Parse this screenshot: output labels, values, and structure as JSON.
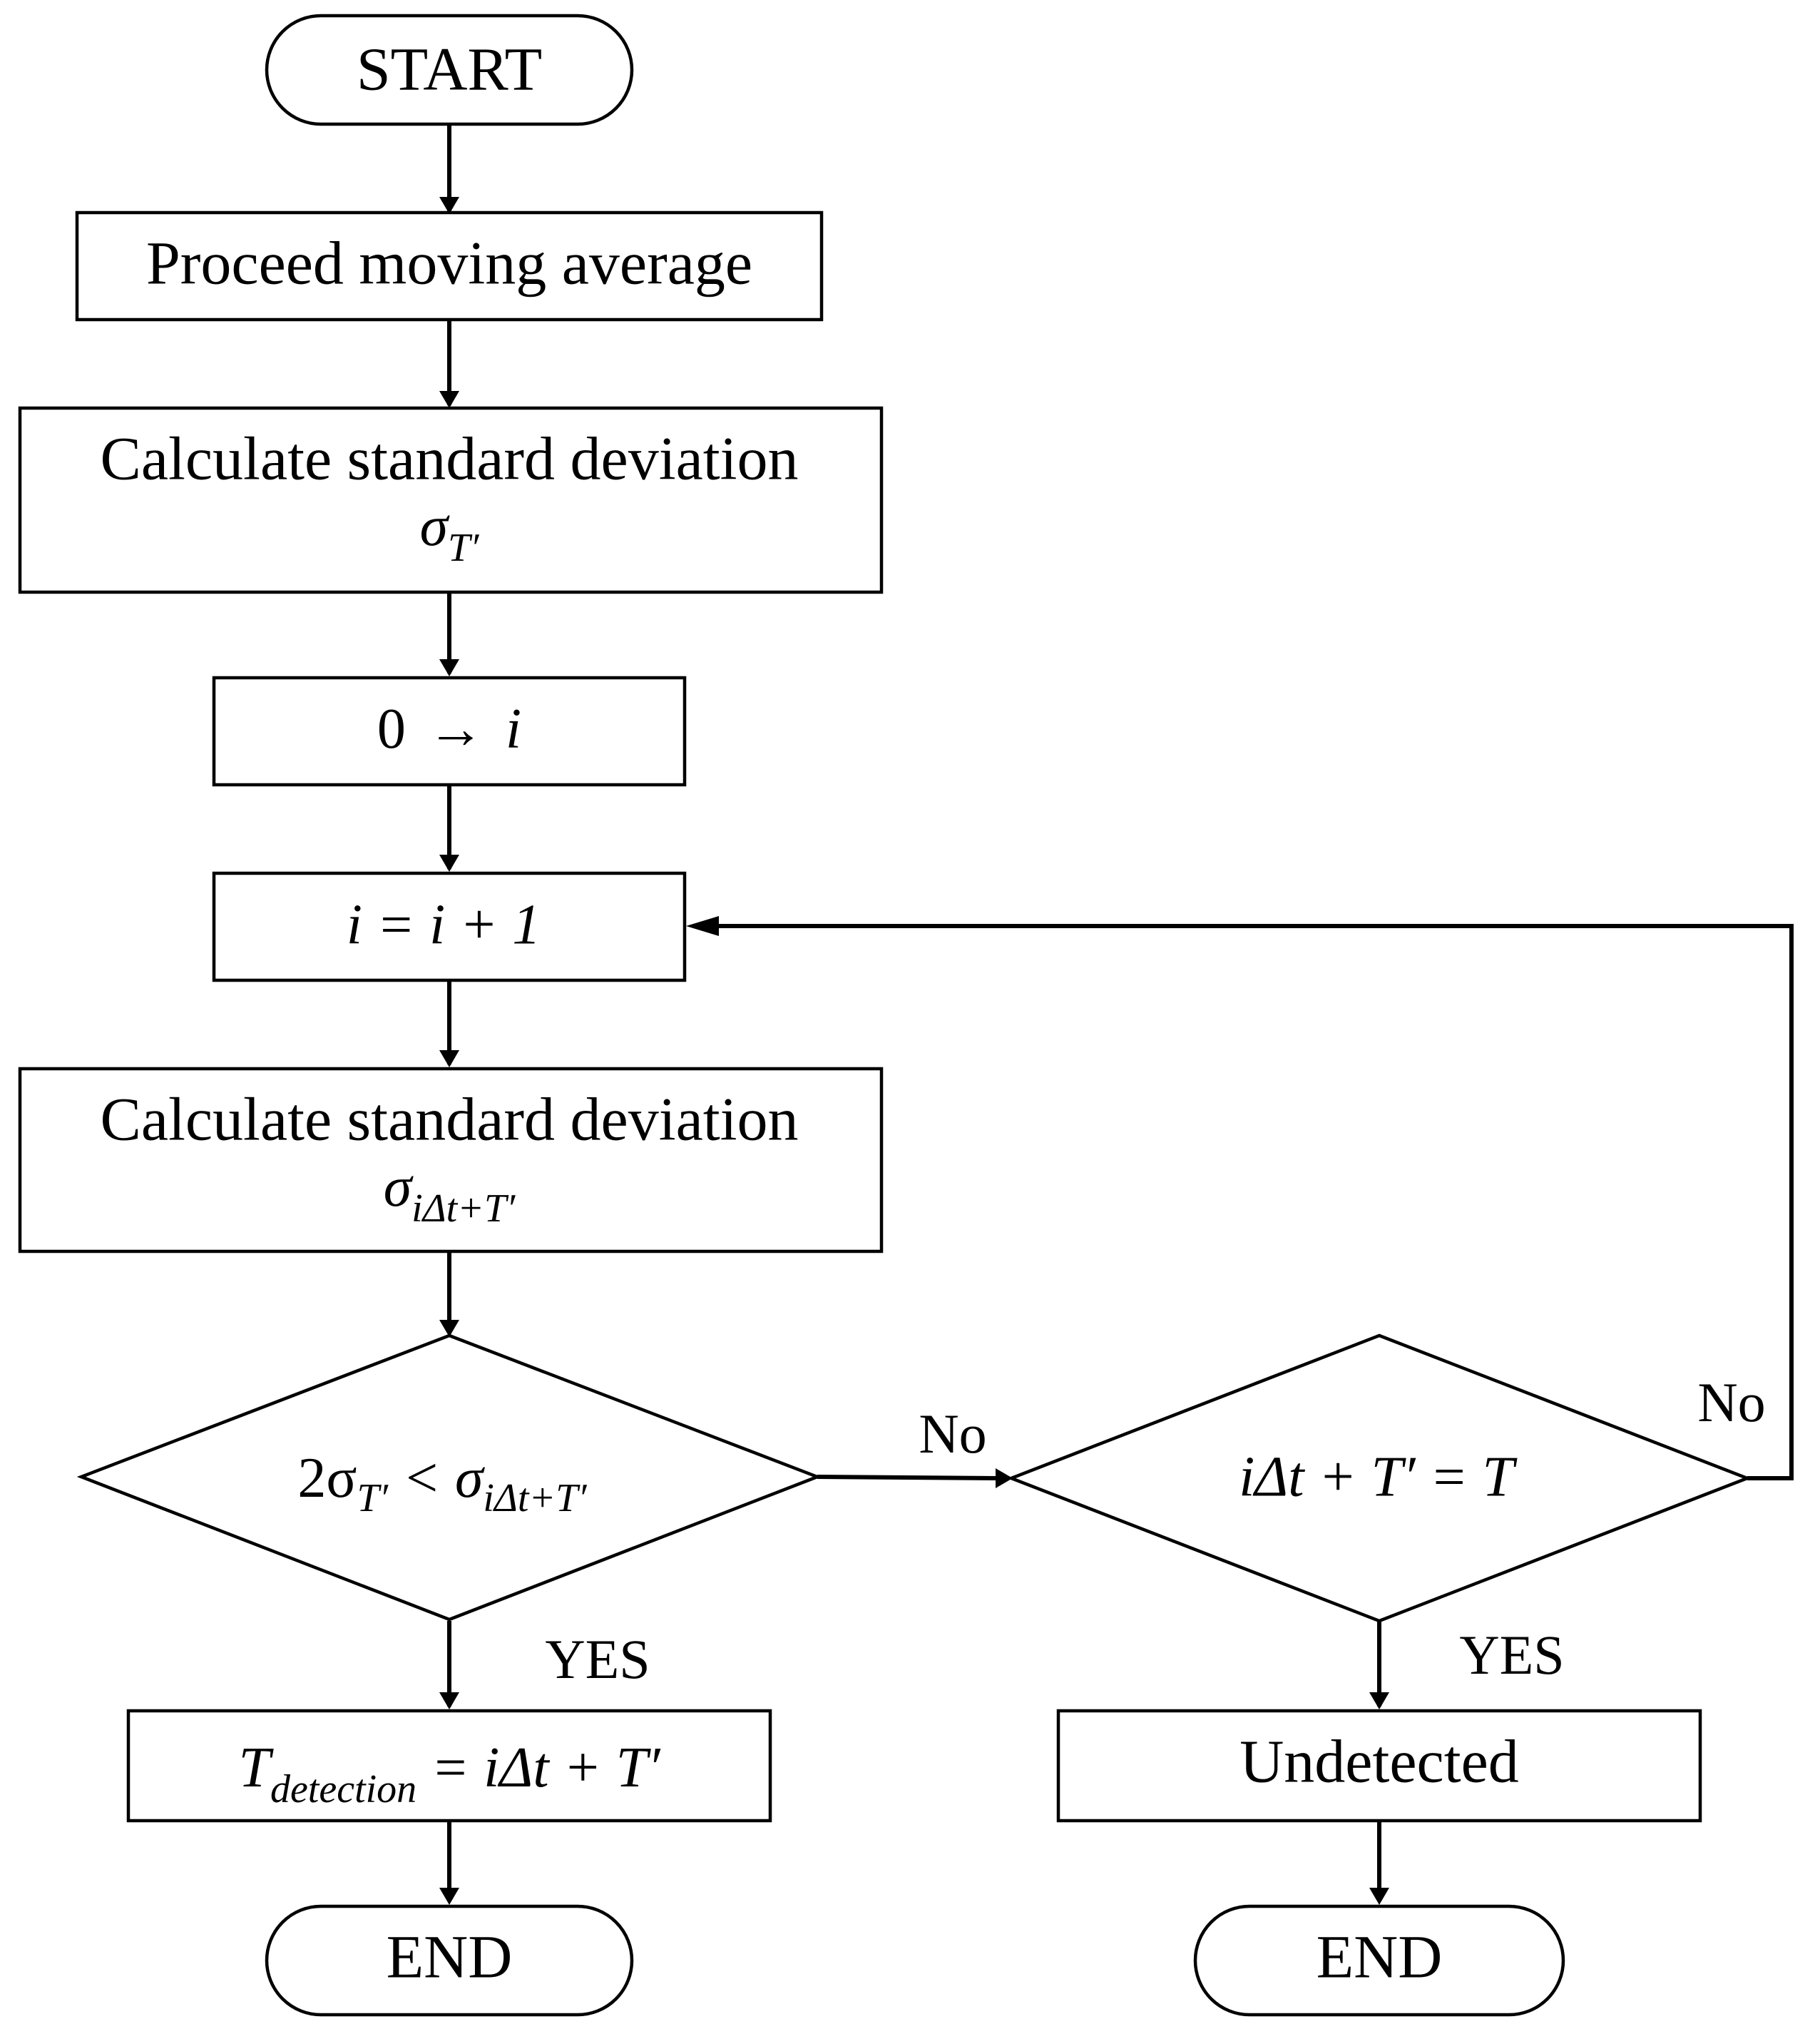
{
  "nodes": {
    "start": {
      "label": "START"
    },
    "moving_average": {
      "label": "Proceed moving average"
    },
    "calc_std_1": {
      "label": "Calculate standard deviation",
      "symbol": "σ",
      "symbol_sub": "T′"
    },
    "init_i": {
      "lhs": "0",
      "arrow": "→",
      "rhs": "i"
    },
    "increment": {
      "expr": "i = i + 1"
    },
    "calc_std_2": {
      "label": "Calculate standard deviation",
      "symbol": "σ",
      "symbol_sub": "iΔt+T′"
    },
    "decision_1": {
      "coef": "2σ",
      "sub1": "T′",
      "op": " < σ",
      "sub2": "iΔt+T′"
    },
    "decision_2": {
      "expr": "iΔt + T′ = T"
    },
    "detection": {
      "main": "T",
      "sub": "detection",
      "rhs": " = iΔt + T′"
    },
    "undetected": {
      "label": "Undetected"
    },
    "end_left": {
      "label": "END"
    },
    "end_right": {
      "label": "END"
    }
  },
  "edges": {
    "decision_1_no": "No",
    "decision_1_yes": "YES",
    "decision_2_no": "No",
    "decision_2_yes": "YES"
  }
}
